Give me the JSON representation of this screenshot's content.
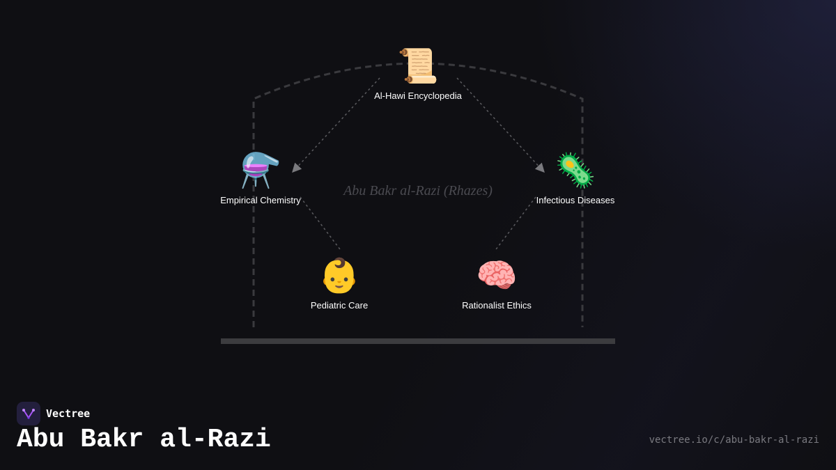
{
  "diagram": {
    "center_title": "Abu Bakr al-Razi (Rhazes)",
    "nodes": [
      {
        "icon": "scroll-icon",
        "emoji": "📜",
        "label": "Al-Hawi Encyclopedia"
      },
      {
        "icon": "alembic-icon",
        "emoji": "⚗️",
        "label": "Empirical Chemistry"
      },
      {
        "icon": "microbe-icon",
        "emoji": "🦠",
        "label": "Infectious Diseases"
      },
      {
        "icon": "baby-icon",
        "emoji": "👶",
        "label": "Pediatric Care"
      },
      {
        "icon": "brain-icon",
        "emoji": "🧠",
        "label": "Rationalist Ethics"
      }
    ]
  },
  "brand": {
    "name": "Vectree"
  },
  "footer": {
    "title": "Abu Bakr al-Razi",
    "url": "vectree.io/c/abu-bakr-al-razi"
  },
  "colors": {
    "background": "#0f0f13",
    "frame_stroke": "#3a3a3e",
    "connector": "#6a6a6e",
    "brand_accent": "#a855f7"
  }
}
